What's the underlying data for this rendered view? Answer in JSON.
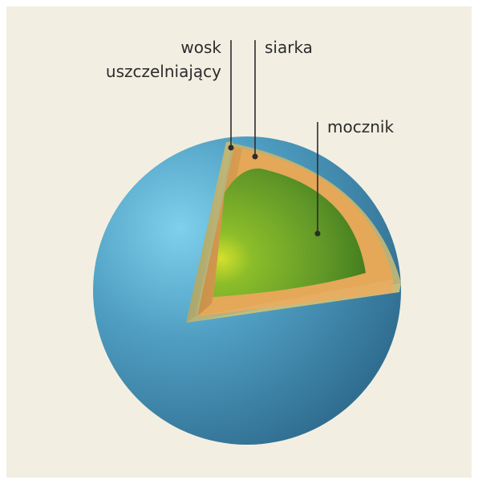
{
  "diagram": {
    "labels": {
      "wax_line1": "wosk",
      "wax_line2": "uszczelniający",
      "sulfur": "siarka",
      "urea": "mocznik"
    },
    "colors": {
      "background": "#f2efe2",
      "sphere_outer": "#4e95b7",
      "wax_layer": "#b9b37a",
      "sulfur_layer": "#e3a85a",
      "urea_core": "#6f9f22",
      "leader_line": "#2c2c2c"
    },
    "layers": [
      "wax_coating",
      "sulfur_coating",
      "urea_core"
    ]
  }
}
